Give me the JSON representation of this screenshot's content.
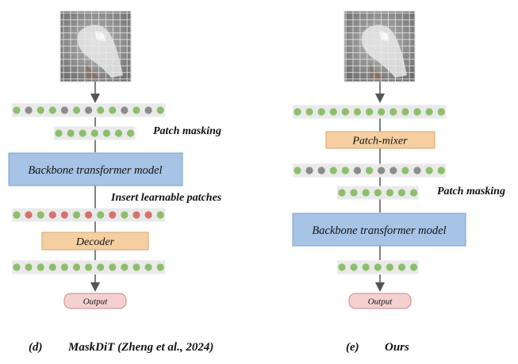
{
  "colors": {
    "green": "#8cbf6a",
    "gray": "#8c8c8c",
    "red": "#d97070",
    "blue_box": "#a7c3e6",
    "blue_border": "#7f9fc9",
    "orange_box": "#f5cfa2",
    "orange_border": "#d9a66a",
    "pink_box": "#f4d0d0",
    "pink_border": "#c98a8a",
    "strip_bg": "#eaeaea",
    "arrow": "#555555"
  },
  "left_panel": {
    "masking_label": "Patch masking",
    "backbone_label": "Backbone transformer model",
    "insert_label": "Insert learnable patches",
    "decoder_label": "Decoder",
    "output_label": "Output",
    "caption_letter": "(d)",
    "caption_text": "MaskDiT (Zheng et al., 2024)"
  },
  "right_panel": {
    "mixer_label": "Patch-mixer",
    "masking_label": "Patch masking",
    "backbone_label": "Backbone transformer model",
    "output_label": "Output",
    "caption_letter": "(e)",
    "caption_text": "Ours"
  }
}
